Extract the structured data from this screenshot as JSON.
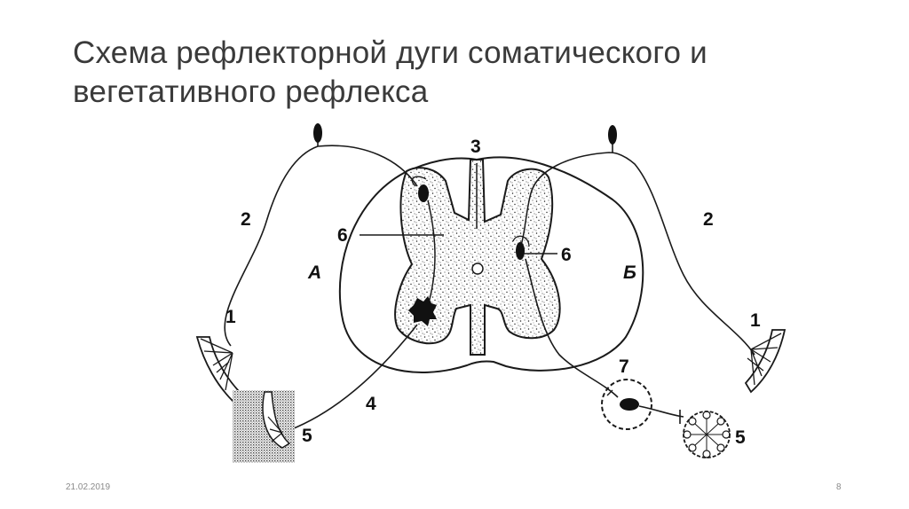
{
  "slide": {
    "title_line1": "Схема рефлекторной дуги соматического и",
    "title_line2": "вегетативного рефлекса",
    "date": "21.02.2019",
    "page_number": "8"
  },
  "diagram": {
    "labels": {
      "n3": "3",
      "n2_left": "2",
      "n2_right": "2",
      "n6_left": "6",
      "n6_right": "6",
      "a": "А",
      "b": "Б",
      "n1_left": "1",
      "n1_right": "1",
      "n4": "4",
      "n5_left": "5",
      "n7": "7",
      "n5_right": "5"
    }
  }
}
